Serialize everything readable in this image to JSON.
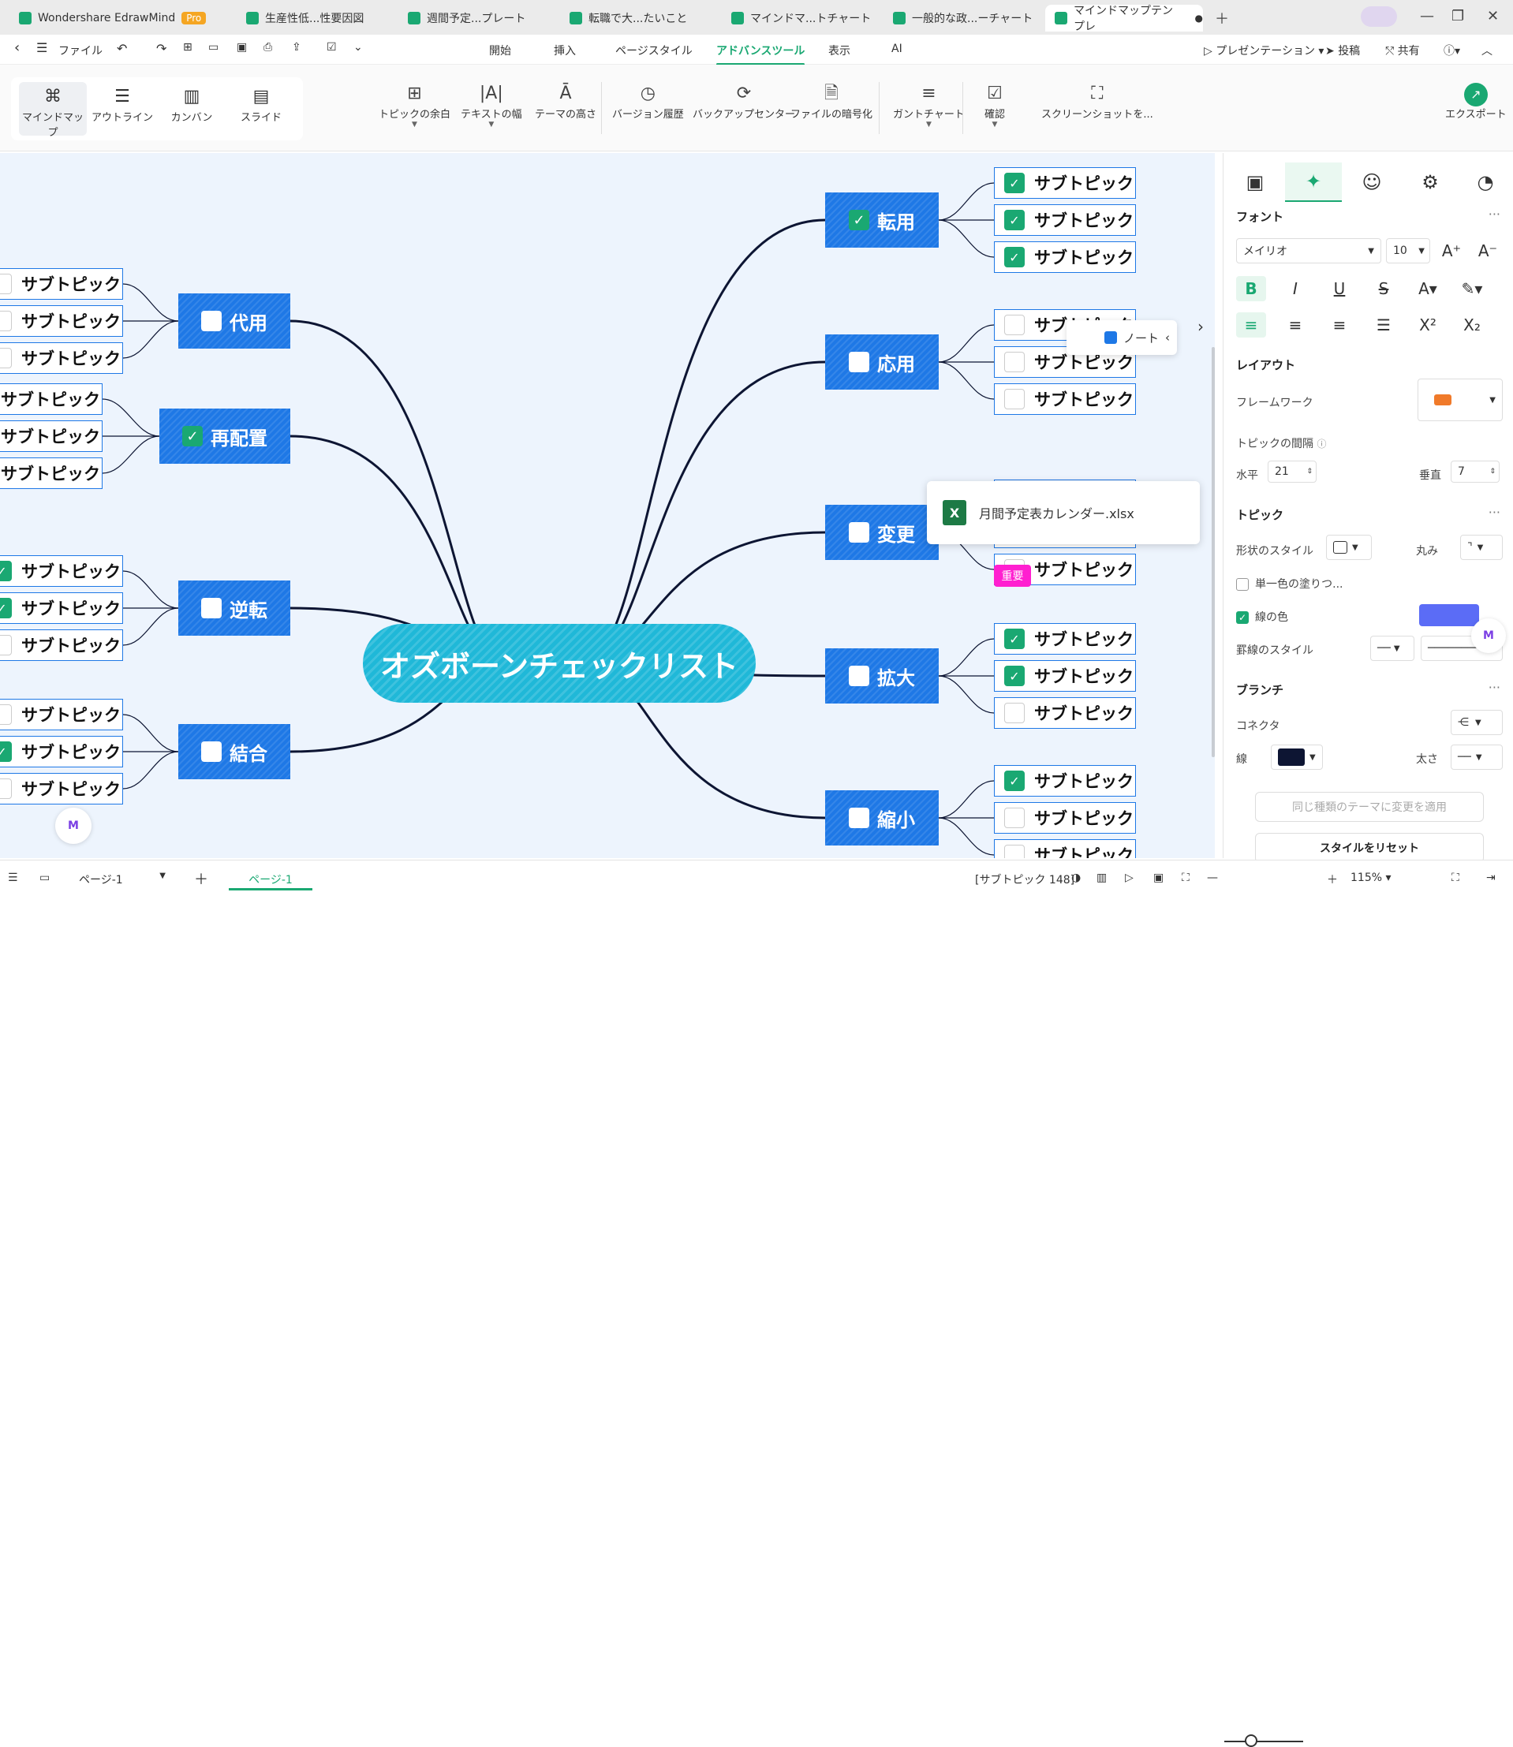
{
  "app": {
    "name": "Wondershare EdrawMind",
    "badge": "Pro"
  },
  "tabs": [
    {
      "label": "生産性低...性要因図"
    },
    {
      "label": "週間予定...プレート"
    },
    {
      "label": "転職で大...たいこと"
    },
    {
      "label": "マインドマ...トチャート"
    },
    {
      "label": "一般的な政...ーチャート"
    },
    {
      "label": "マインドマップテンプレ"
    }
  ],
  "menu": {
    "file": "ファイル",
    "items": [
      "開始",
      "挿入",
      "ページスタイル",
      "アドバンスツール",
      "表示",
      "AI"
    ],
    "active": "アドバンスツール",
    "presentation": "プレゼンテーション",
    "publish": "投稿",
    "share": "共有"
  },
  "views": [
    "マインドマップ",
    "アウトライン",
    "カンバン",
    "スライド"
  ],
  "tools": [
    "トピックの余白",
    "テキストの幅",
    "テーマの高さ",
    "バージョン履歴",
    "バックアップセンター",
    "ファイルの暗号化",
    "ガントチャート",
    "確認",
    "スクリーンショットを...",
    "エクスポート"
  ],
  "map": {
    "central": "オズボーンチェックリスト",
    "subtopic_label": "サブトピック",
    "left": [
      {
        "label": "代用",
        "checked": false,
        "subs": [
          false,
          false,
          false
        ]
      },
      {
        "label": "再配置",
        "checked": true,
        "subs": [
          false,
          false,
          false
        ]
      },
      {
        "label": "逆転",
        "checked": false,
        "subs": [
          true,
          true,
          false
        ]
      },
      {
        "label": "結合",
        "checked": false,
        "subs": [
          false,
          true,
          false
        ]
      }
    ],
    "right": [
      {
        "label": "転用",
        "checked": true,
        "subs": [
          true,
          true,
          true
        ]
      },
      {
        "label": "応用",
        "checked": false,
        "subs": [
          false,
          false,
          false
        ]
      },
      {
        "label": "変更",
        "checked": false,
        "subs": [
          true,
          false,
          false
        ]
      },
      {
        "label": "拡大",
        "checked": false,
        "subs": [
          true,
          true,
          false
        ]
      },
      {
        "label": "縮小",
        "checked": false,
        "subs": [
          true,
          false,
          false
        ]
      }
    ],
    "note_popup": "ノート",
    "attachment": "月間予定表カレンダー.xlsx",
    "tag": "重要"
  },
  "panel": {
    "font_section": "フォント",
    "font_name": "メイリオ",
    "font_size": "10",
    "layout_section": "レイアウト",
    "framework": "フレームワーク",
    "spacing": "トピックの間隔",
    "horizontal_label": "水平",
    "horizontal_value": "21",
    "vertical_label": "垂直",
    "vertical_value": "7",
    "topic_section": "トピック",
    "shape_style": "形状のスタイル",
    "round": "丸み",
    "single_fill": "単一色の塗りつ...",
    "line_color": "線の色",
    "line_color_hex": "#5b6cf6",
    "border_style": "罫線のスタイル",
    "branch_section": "ブランチ",
    "connector": "コネクタ",
    "line": "線",
    "line_hex": "#0d1533",
    "thickness": "太さ",
    "apply_button": "同じ種類のテーマに変更を適用",
    "reset_button": "スタイルをリセット"
  },
  "status": {
    "page_select": "ページ-1",
    "page_tab": "ページ-1",
    "count": "[サブトピック 148]",
    "zoom": "115%"
  },
  "colors": {
    "accent": "#1aa872",
    "topic": "#1e78e6",
    "central": "#1fb8d8",
    "canvas": "#edf4fd"
  }
}
